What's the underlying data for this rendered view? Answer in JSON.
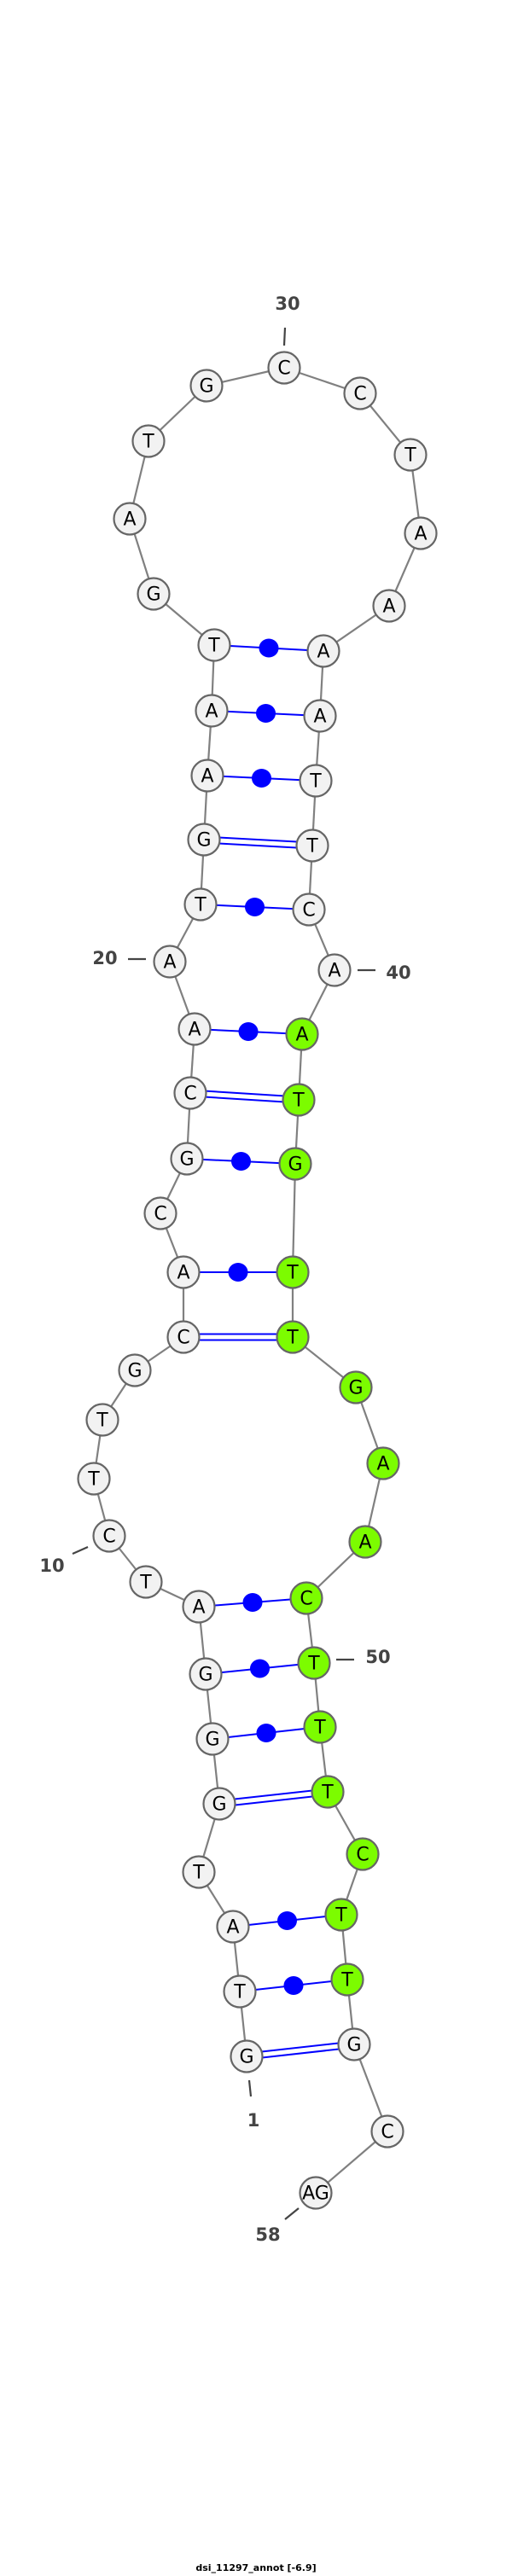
{
  "title": "dsi_11297_annot [-6.9]",
  "sequence": "GTATGGGATCTTGCACGCAATGAATGATGCCTAAAATTCAATGTTGAACTTTCTTGCAG",
  "highlighted_range": [
    41,
    55
  ],
  "pairs": [
    [
      1,
      56,
      "GC"
    ],
    [
      2,
      55,
      "GU"
    ],
    [
      3,
      54,
      "AU"
    ],
    [
      5,
      52,
      "GC"
    ],
    [
      6,
      51,
      "GU"
    ],
    [
      7,
      50,
      "GU"
    ],
    [
      8,
      49,
      "AU"
    ],
    [
      14,
      45,
      "GC"
    ],
    [
      15,
      44,
      "AU"
    ],
    [
      17,
      43,
      "GU"
    ],
    [
      18,
      42,
      "GC"
    ],
    [
      19,
      41,
      "AU"
    ],
    [
      21,
      39,
      "AU"
    ],
    [
      22,
      38,
      "GC"
    ],
    [
      23,
      37,
      "AU"
    ],
    [
      24,
      36,
      "AU"
    ],
    [
      25,
      35,
      "AU"
    ]
  ],
  "position_labels": [
    "1",
    "10",
    "20",
    "30",
    "40",
    "50",
    "58"
  ],
  "colors": {
    "node_fill": "#f2f2f2",
    "node_highlight": "#7cfc00",
    "node_stroke": "#666666",
    "backbone": "#808080",
    "pair": "#0000ff",
    "label": "#444444"
  }
}
